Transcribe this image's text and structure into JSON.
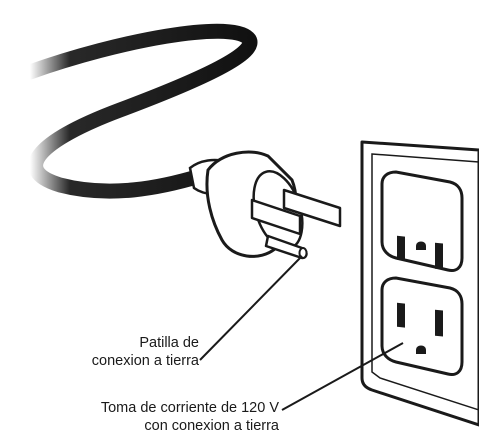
{
  "labels": {
    "ground_pin": {
      "line1": "Patilla de",
      "line2": "conexion a tierra"
    },
    "outlet": {
      "line1": "Toma de corriente de 120 V",
      "line2": "con conexion a tierra"
    }
  },
  "colors": {
    "ink": "#1a1a1a",
    "cable": "#111111",
    "plug_body": "#ffffff",
    "wall_plate": "#ffffff"
  }
}
